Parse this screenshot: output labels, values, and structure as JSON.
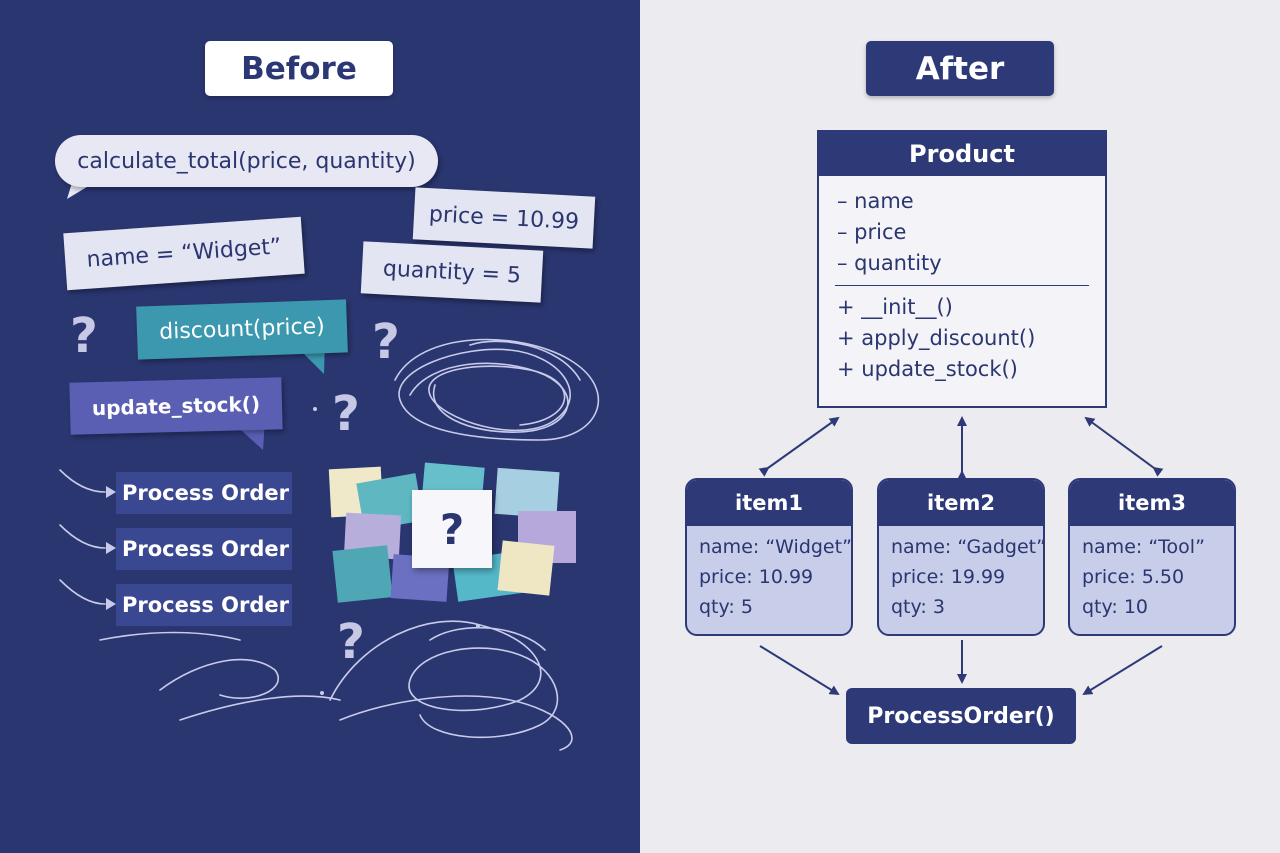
{
  "before": {
    "title": "Before",
    "bubble_calculate": "calculate_total(price, quantity)",
    "note_name": "name = “Widget”",
    "note_price": "price = 10.99",
    "note_quantity": "quantity = 5",
    "bubble_discount": "discount(price)",
    "bubble_update": "update_stock()",
    "steps": [
      "Process Order",
      "Process Order",
      "Process Order"
    ],
    "question_mark": "?"
  },
  "after": {
    "title": "After",
    "class_name": "Product",
    "attributes": [
      "– name",
      "– price",
      "– quantity"
    ],
    "methods": [
      "+ __init__()",
      "+ apply_discount()",
      "+ update_stock()"
    ],
    "items": [
      {
        "title": "item1",
        "name": "name:  “Widget”",
        "price": "price:  10.99",
        "qty": "qty:  5"
      },
      {
        "title": "item2",
        "name": "name:  “Gadget”",
        "price": "price:  19.99",
        "qty": "qty:  3"
      },
      {
        "title": "item3",
        "name": "name:  “Tool”",
        "price": "price:  5.50",
        "qty": "qty:  10"
      }
    ],
    "process": "ProcessOrder()"
  },
  "colors": {
    "navy": "#2a3670",
    "header": "#2e3a78",
    "teal": "#3b98ae",
    "purple": "#5b5fb4",
    "card": "#c8cde9"
  }
}
